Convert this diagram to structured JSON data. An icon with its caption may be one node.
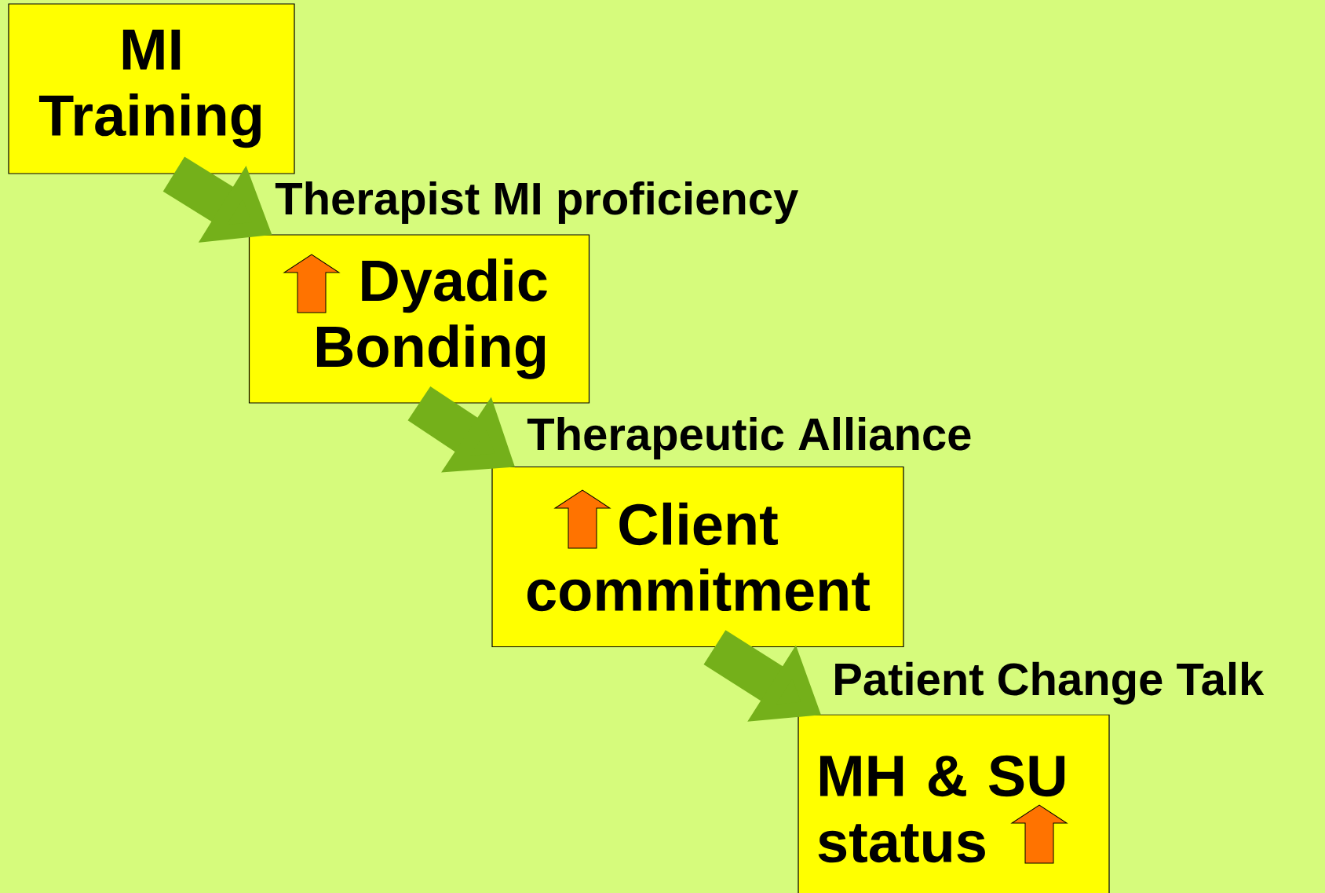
{
  "diagram": {
    "nodes": [
      {
        "text": [
          "MI Training"
        ]
      },
      {
        "text": [
          "Dyadic Bonding"
        ]
      },
      {
        "text": [
          "Client commitment"
        ]
      },
      {
        "text": [
          "MH & SU status"
        ]
      }
    ],
    "edges": [
      {
        "from": 0,
        "to": 1,
        "arrow": "to",
        "label": "Therapist MI proficiency"
      },
      {
        "from": 1,
        "to": 2,
        "arrow": "to",
        "label": "Therapeutic Alliance"
      },
      {
        "from": 2,
        "to": 3,
        "arrow": "to",
        "label": "Patient Change Talk"
      }
    ]
  }
}
